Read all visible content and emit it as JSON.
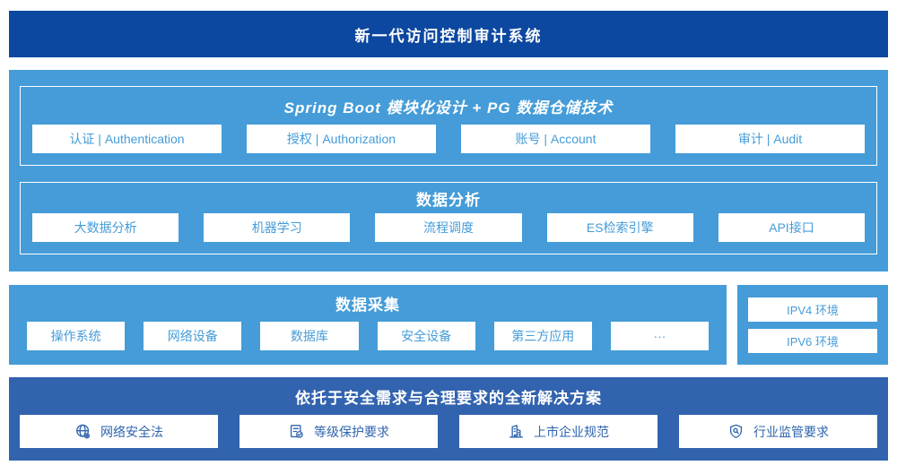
{
  "banner": {
    "title": "新一代访问控制审计系统"
  },
  "platform": {
    "modules_section": {
      "title": "Spring Boot 模块化设计 + PG 数据仓储技术",
      "items": [
        "认证 | Authentication",
        "授权 | Authorization",
        "账号 | Account",
        "审计 | Audit"
      ]
    },
    "analysis_section": {
      "title": "数据分析",
      "items": [
        "大数据分析",
        "机器学习",
        "流程调度",
        "ES检索引擎",
        "API接口"
      ]
    }
  },
  "collection": {
    "title": "数据采集",
    "items": [
      "操作系统",
      "网络设备",
      "数据库",
      "安全设备",
      "第三方应用",
      "···"
    ]
  },
  "environments": {
    "items": [
      "IPV4 环境",
      "IPV6 环境"
    ]
  },
  "solution": {
    "title": "依托于安全需求与合理要求的全新解决方案",
    "items": [
      {
        "icon": "globe-icon",
        "label": "网络安全法"
      },
      {
        "icon": "checklist-check-icon",
        "label": "等级保护要求"
      },
      {
        "icon": "building-icon",
        "label": "上市企业规范"
      },
      {
        "icon": "shield-search-icon",
        "label": "行业监管要求"
      }
    ]
  },
  "colors": {
    "banner_blue": "#0d48a0",
    "light_blue": "#459cd8",
    "solution_blue": "#3263ae",
    "box_text_light": "#459cd8",
    "box_text_dark": "#2f64ae"
  }
}
